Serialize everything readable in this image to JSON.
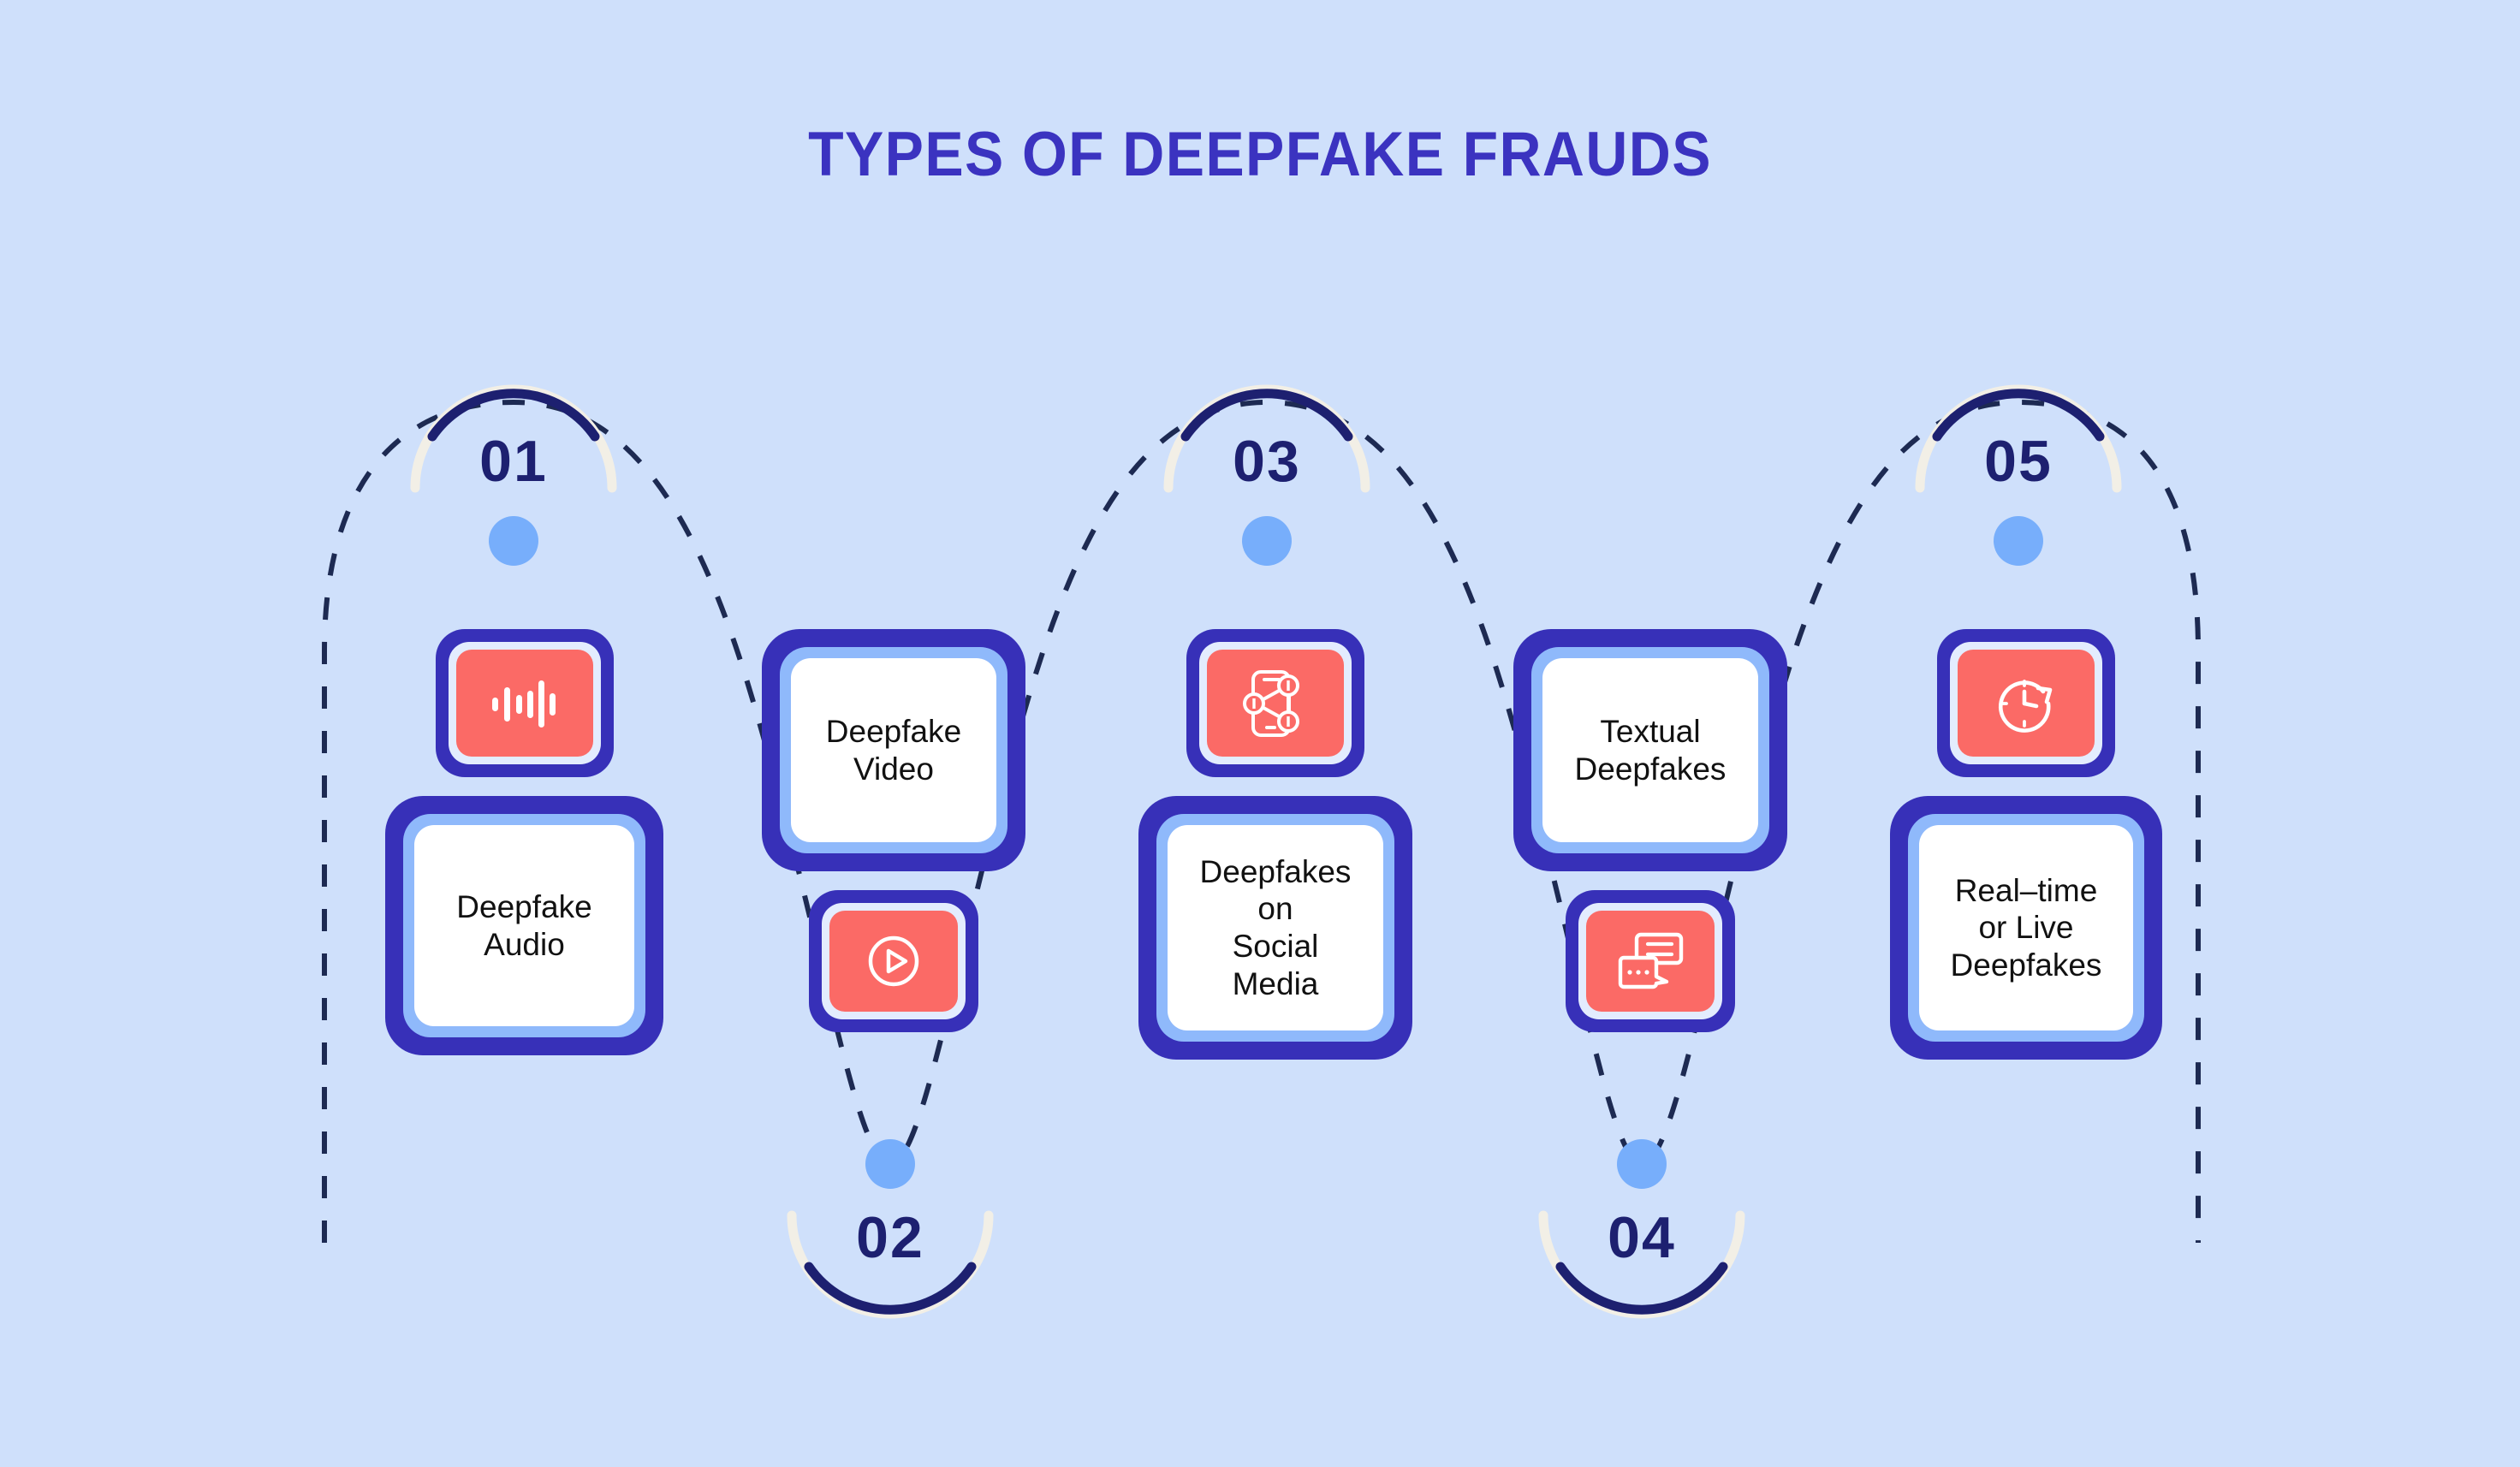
{
  "page": {
    "title": "TYPES OF DEEPFAKE FRAUDS",
    "background_color": "#cfe0fb",
    "title_color": "#3b33c0",
    "accent_indigo": "#3730b8",
    "accent_coral": "#fb6a66",
    "accent_navy": "#1d2070",
    "accent_skyblue": "#77aefb",
    "arc_cream": "#f2efe6"
  },
  "steps": [
    {
      "number": "01",
      "label": "Deepfake\nAudio",
      "label_lines": [
        "Deepfake",
        "Audio"
      ],
      "icon": "audio-waveform-icon",
      "arc": "top",
      "order": "icon-first"
    },
    {
      "number": "02",
      "label": "Deepfake\nVideo",
      "label_lines": [
        "Deepfake",
        "Video"
      ],
      "icon": "play-circle-icon",
      "arc": "bottom",
      "order": "text-first"
    },
    {
      "number": "03",
      "label": "Deepfakes\non\nSocial\nMedia",
      "label_lines": [
        "Deepfakes",
        "on",
        "Social",
        "Media"
      ],
      "icon": "social-network-phone-icon",
      "arc": "top",
      "order": "icon-first"
    },
    {
      "number": "04",
      "label": "Textual\nDeepfakes",
      "label_lines": [
        "Textual",
        "Deepfakes"
      ],
      "icon": "chat-bubbles-icon",
      "arc": "bottom",
      "order": "text-first"
    },
    {
      "number": "05",
      "label": "Real–time\nor Live\nDeepfakes",
      "label_lines": [
        "Real–time",
        "or Live",
        "Deepfakes"
      ],
      "icon": "clock-refresh-icon",
      "arc": "top",
      "order": "icon-first"
    }
  ]
}
